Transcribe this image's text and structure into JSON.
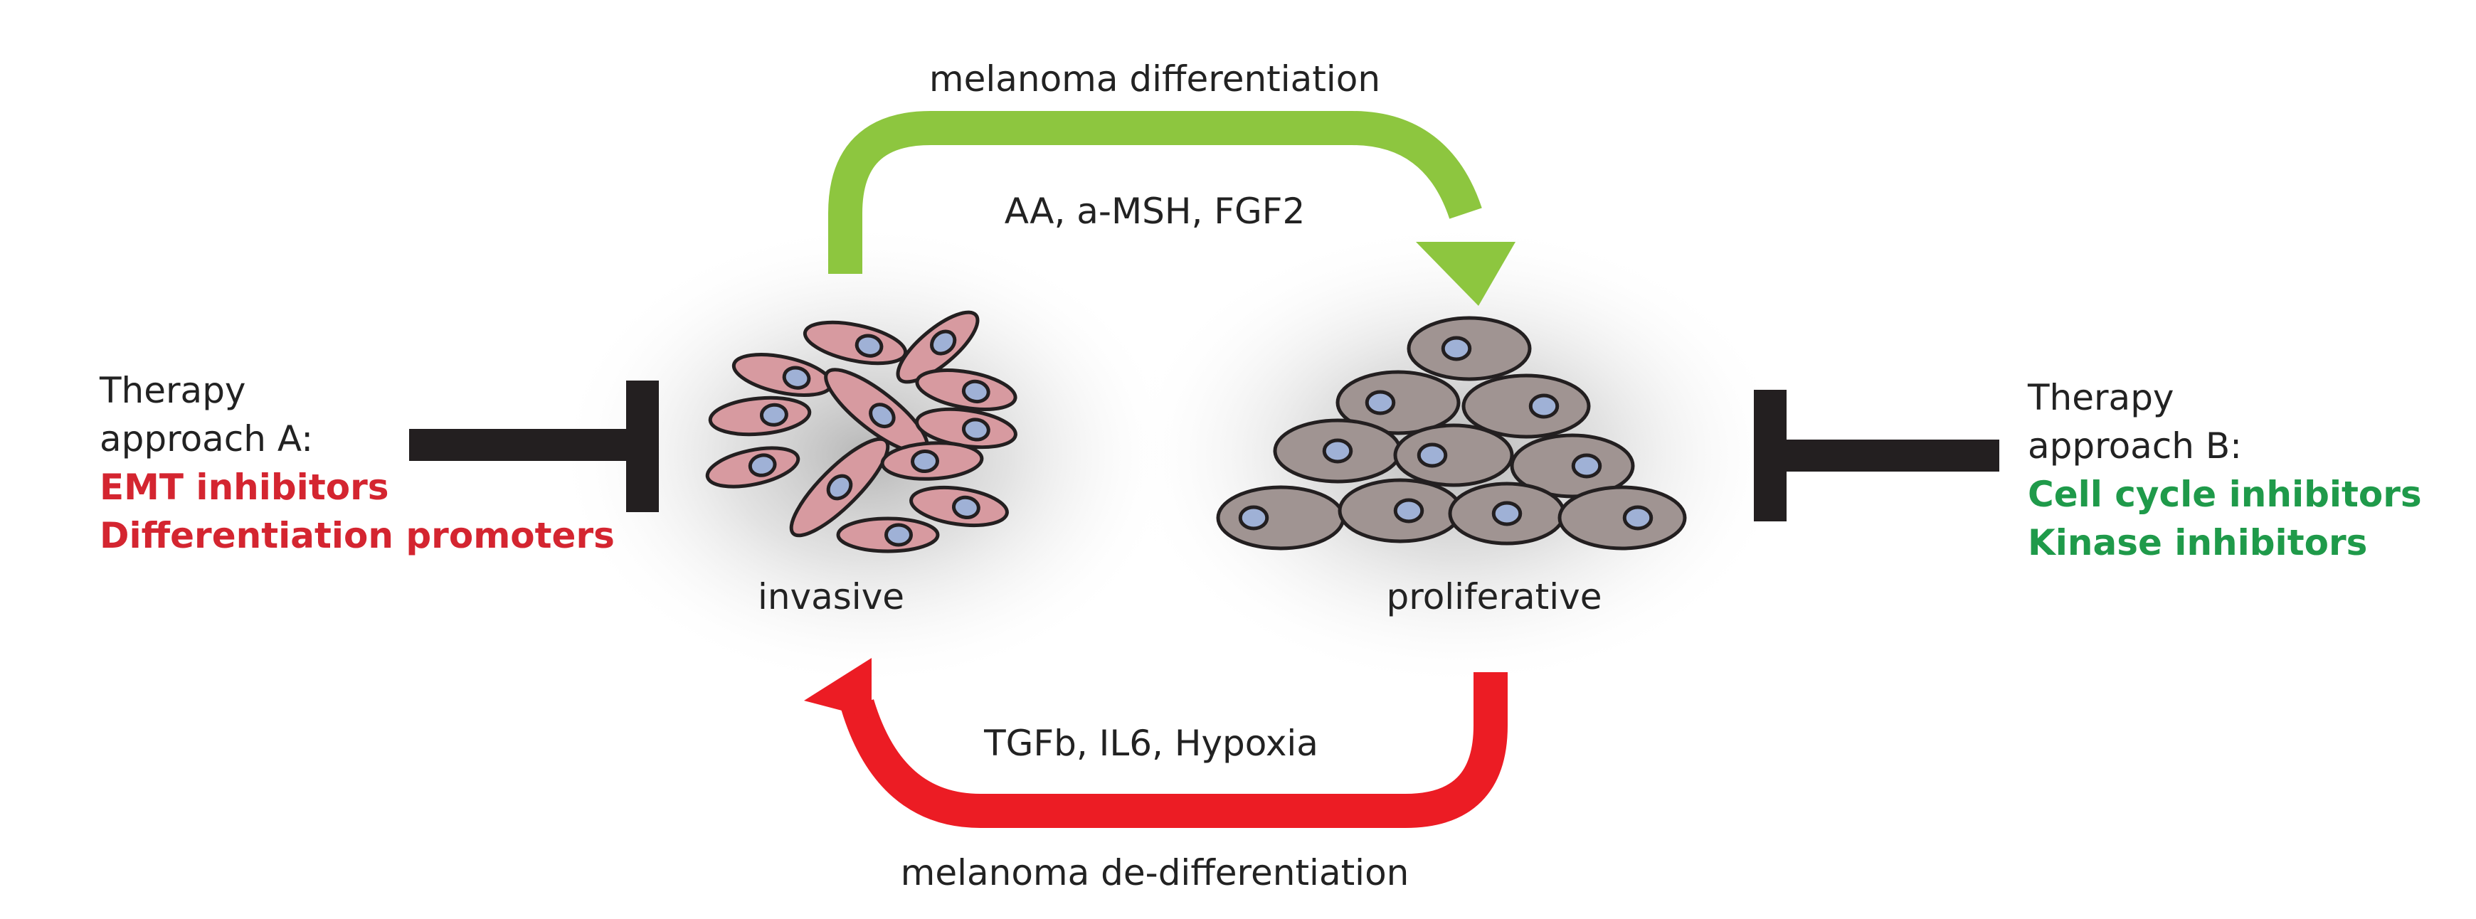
{
  "process_top": "melanoma differentiation",
  "factors_top": "AA, a-MSH, FGF2",
  "process_bottom": "melanoma de-differentiation",
  "factors_bottom": "TGFb, IL6, Hypoxia",
  "state_left": "invasive",
  "state_right": "proliferative",
  "therapy_a": {
    "line1": "Therapy",
    "line2": "approach A:",
    "item1": "EMT inhibitors",
    "item2": "Differentiation promoters",
    "color": "#d42530"
  },
  "therapy_b": {
    "line1": "Therapy",
    "line2": "approach B:",
    "item1": "Cell cycle inhibitors",
    "item2": "Kinase inhibitors",
    "color": "#1f9a4a"
  },
  "colors": {
    "differentiation_arrow": "#8dc63f",
    "dedifferentiation_arrow": "#ec1c24",
    "inhibitor_bar": "#231f20",
    "invasive_cell_fill": "#d79aa0",
    "proliferative_cell_fill": "#a09492",
    "nucleus_fill": "#9fb1d6"
  },
  "icons": {
    "inhibitor_left": "t-bar-inhibitor-icon",
    "inhibitor_right": "t-bar-inhibitor-icon"
  }
}
